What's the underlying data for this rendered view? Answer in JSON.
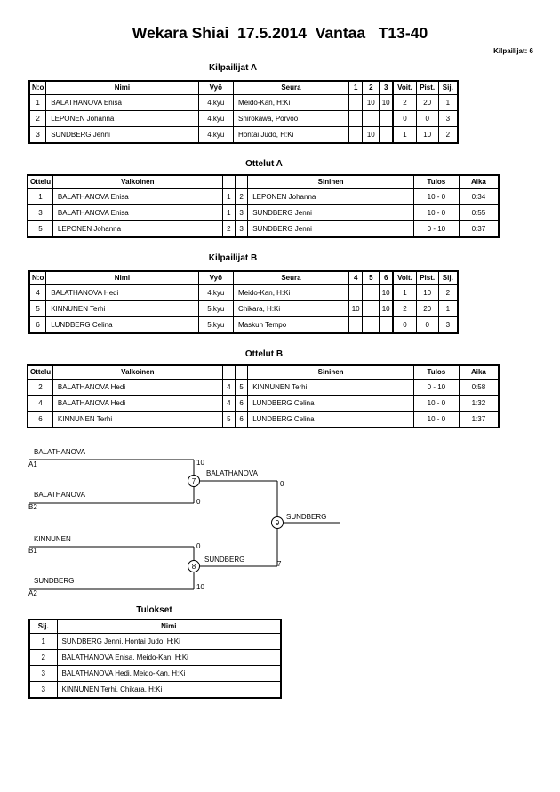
{
  "title": "Wekara Shiai  17.5.2014  Vantaa   T13-40",
  "competitor_count": "Kilpailijat: 6",
  "pool_a": {
    "heading": "Kilpailijat A",
    "headers": {
      "no": "N:o",
      "name": "Nimi",
      "belt": "Vyö",
      "club": "Seura",
      "c1": "1",
      "c2": "2",
      "c3": "3",
      "wins": "Voit.",
      "points": "Pist.",
      "place": "Sij."
    },
    "rows": [
      {
        "no": "1",
        "name": "BALATHANOVA Enisa",
        "belt": "4.kyu",
        "club": "Meido-Kan, H:Ki",
        "c1": "",
        "c2": "10",
        "c3": "10",
        "wins": "2",
        "points": "20",
        "place": "1"
      },
      {
        "no": "2",
        "name": "LEPONEN Johanna",
        "belt": "4.kyu",
        "club": "Shirokawa, Porvoo",
        "c1": "",
        "c2": "",
        "c3": "",
        "wins": "0",
        "points": "0",
        "place": "3"
      },
      {
        "no": "3",
        "name": "SUNDBERG Jenni",
        "belt": "4.kyu",
        "club": "Hontai Judo, H:Ki",
        "c1": "",
        "c2": "10",
        "c3": "",
        "wins": "1",
        "points": "10",
        "place": "2"
      }
    ]
  },
  "matches_a": {
    "heading": "Ottelut A",
    "headers": {
      "match": "Ottelu",
      "white": "Valkoinen",
      "blue": "Sininen",
      "result": "Tulos",
      "time": "Aika"
    },
    "rows": [
      {
        "match": "1",
        "white": "BALATHANOVA Enisa",
        "wn": "1",
        "bn": "2",
        "blue": "LEPONEN Johanna",
        "result": "10 - 0",
        "time": "0:34"
      },
      {
        "match": "3",
        "white": "BALATHANOVA Enisa",
        "wn": "1",
        "bn": "3",
        "blue": "SUNDBERG Jenni",
        "result": "10 - 0",
        "time": "0:55"
      },
      {
        "match": "5",
        "white": "LEPONEN Johanna",
        "wn": "2",
        "bn": "3",
        "blue": "SUNDBERG Jenni",
        "result": "0 - 10",
        "time": "0:37"
      }
    ]
  },
  "pool_b": {
    "heading": "Kilpailijat B",
    "headers": {
      "no": "N:o",
      "name": "Nimi",
      "belt": "Vyö",
      "club": "Seura",
      "c1": "4",
      "c2": "5",
      "c3": "6",
      "wins": "Voit.",
      "points": "Pist.",
      "place": "Sij."
    },
    "rows": [
      {
        "no": "4",
        "name": "BALATHANOVA Hedi",
        "belt": "4.kyu",
        "club": "Meido-Kan, H:Ki",
        "c1": "",
        "c2": "",
        "c3": "10",
        "wins": "1",
        "points": "10",
        "place": "2"
      },
      {
        "no": "5",
        "name": "KINNUNEN Terhi",
        "belt": "5.kyu",
        "club": "Chikara, H:Ki",
        "c1": "10",
        "c2": "",
        "c3": "10",
        "wins": "2",
        "points": "20",
        "place": "1"
      },
      {
        "no": "6",
        "name": "LUNDBERG Celina",
        "belt": "5.kyu",
        "club": "Maskun Tempo",
        "c1": "",
        "c2": "",
        "c3": "",
        "wins": "0",
        "points": "0",
        "place": "3"
      }
    ]
  },
  "matches_b": {
    "heading": "Ottelut B",
    "headers": {
      "match": "Ottelu",
      "white": "Valkoinen",
      "blue": "Sininen",
      "result": "Tulos",
      "time": "Aika"
    },
    "rows": [
      {
        "match": "2",
        "white": "BALATHANOVA Hedi",
        "wn": "4",
        "bn": "5",
        "blue": "KINNUNEN Terhi",
        "result": "0 - 10",
        "time": "0:58"
      },
      {
        "match": "4",
        "white": "BALATHANOVA Hedi",
        "wn": "4",
        "bn": "6",
        "blue": "LUNDBERG Celina",
        "result": "10 - 0",
        "time": "1:32"
      },
      {
        "match": "6",
        "white": "KINNUNEN Terhi",
        "wn": "5",
        "bn": "6",
        "blue": "LUNDBERG Celina",
        "result": "10 - 0",
        "time": "1:37"
      }
    ]
  },
  "bracket": {
    "sf1_top_name": "BALATHANOVA",
    "sf1_top_seed": "A1",
    "sf1_top_score": "10",
    "sf1_bot_name": "BALATHANOVA",
    "sf1_bot_seed": "B2",
    "sf1_bot_score": "0",
    "sf1_match": "7",
    "sf1_winner": "BALATHANOVA",
    "sf1_final_score": "0",
    "sf2_top_name": "KINNUNEN",
    "sf2_top_seed": "B1",
    "sf2_top_score": "0",
    "sf2_bot_name": "SUNDBERG",
    "sf2_bot_seed": "A2",
    "sf2_bot_score": "10",
    "sf2_match": "8",
    "sf2_winner": "SUNDBERG",
    "sf2_final_score": "7",
    "final_match": "9",
    "final_winner": "SUNDBERG"
  },
  "results": {
    "heading": "Tulokset",
    "headers": {
      "place": "Sij.",
      "name": "Nimi"
    },
    "rows": [
      {
        "place": "1",
        "name": "SUNDBERG Jenni, Hontai Judo, H:Ki"
      },
      {
        "place": "2",
        "name": "BALATHANOVA Enisa, Meido-Kan, H:Ki"
      },
      {
        "place": "3",
        "name": "BALATHANOVA Hedi, Meido-Kan, H:Ki"
      },
      {
        "place": "3",
        "name": "KINNUNEN Terhi, Chikara, H:Ki"
      }
    ]
  }
}
